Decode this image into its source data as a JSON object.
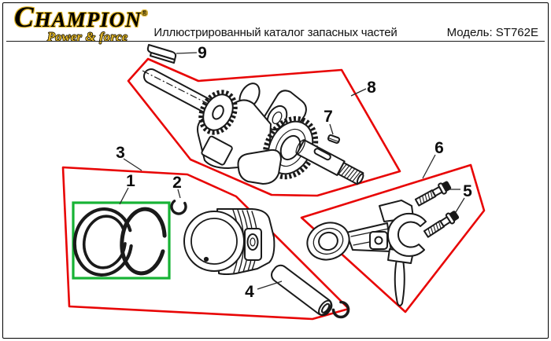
{
  "header": {
    "logo": {
      "initial": "C",
      "rest": "HAMPION",
      "registered": "®",
      "tagline": "Power & force"
    },
    "title": "Иллюстрированный каталог запасных частей",
    "model": "Модель: ST762E"
  },
  "colors": {
    "outline_red": "#e80505",
    "highlight_green": "#17b335",
    "ink": "#1a1a1a",
    "logo_gold": "#e3b82a"
  },
  "diagram": {
    "callouts": [
      "1",
      "2",
      "3",
      "4",
      "5",
      "6",
      "7",
      "8",
      "9"
    ]
  }
}
